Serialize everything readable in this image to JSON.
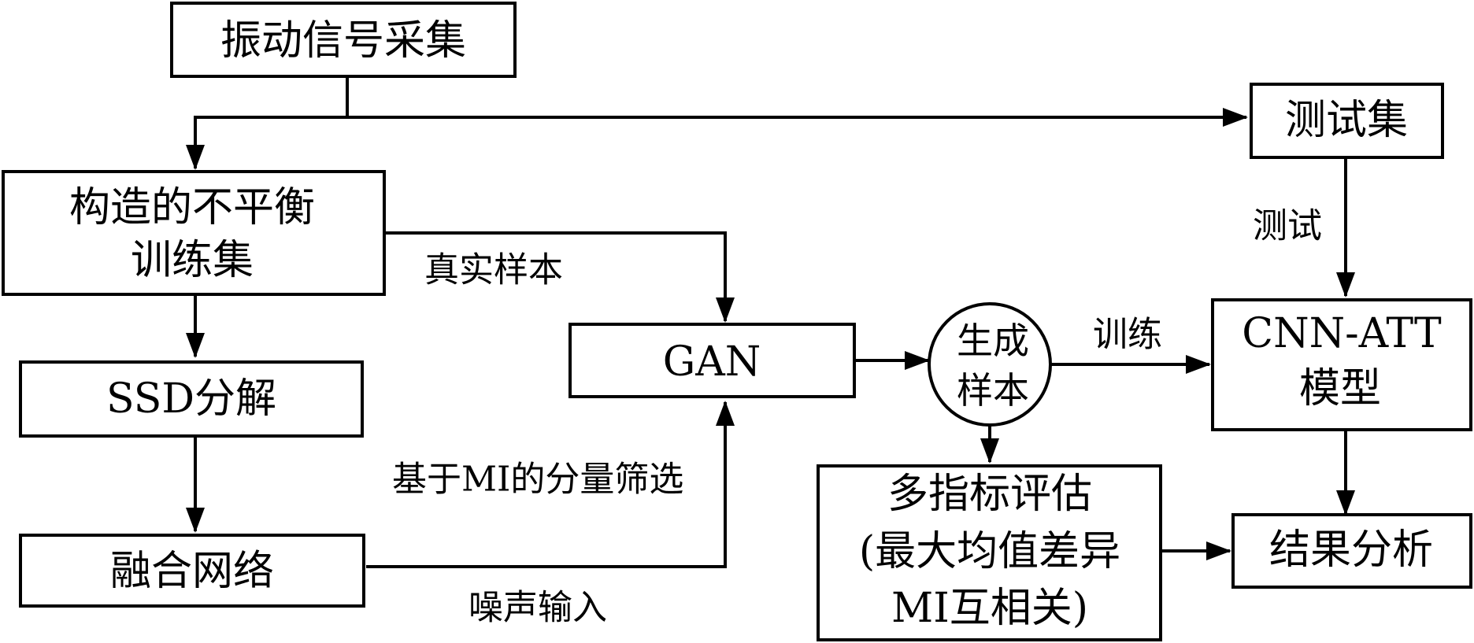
{
  "nodes": {
    "acquire": "振动信号采集",
    "test_set": "测试集",
    "imbalanced_line1": "构造的不平衡",
    "imbalanced_line2": "训练集",
    "ssd": "SSD分解",
    "fusion": "融合网络",
    "gan": "GAN",
    "generated_line1": "生成",
    "generated_line2": "样本",
    "model_line1": "CNN-ATT",
    "model_line2": "模型",
    "eval_line1": "多指标评估",
    "eval_line2": "(最大均值差异",
    "eval_line3": "MI互相关)",
    "result": "结果分析"
  },
  "edge_labels": {
    "real_samples": "真实样本",
    "mi_selection": "基于MI的分量筛选",
    "noise_input": "噪声输入",
    "test": "测试",
    "train": "训练"
  }
}
